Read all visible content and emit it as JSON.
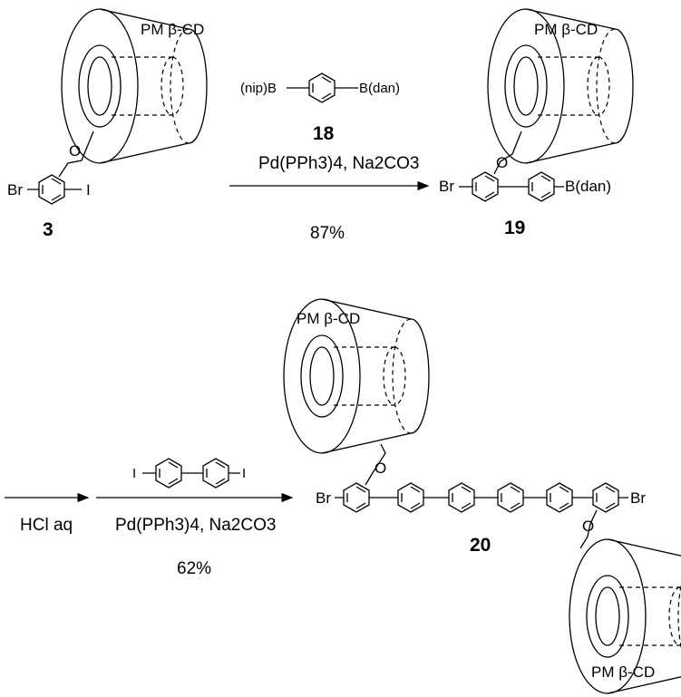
{
  "cd_label": "PM β-CD",
  "compounds": {
    "c3": {
      "number": "3",
      "br": "Br",
      "i": "I",
      "o": "O"
    },
    "c18": {
      "number": "18",
      "left": "(nip)B",
      "right": "B(dan)"
    },
    "c19": {
      "number": "19",
      "br": "Br",
      "o": "O",
      "b": "B(dan)"
    },
    "c20": {
      "number": "20",
      "br_left": "Br",
      "br_right": "Br",
      "o_top": "O",
      "o_bottom": "O"
    },
    "diiodo": {
      "i_left": "I",
      "i_right": "I"
    }
  },
  "step1": {
    "conditions": "Pd(PPh3)4, Na2CO3",
    "yield": "87%"
  },
  "step2": {
    "conditions": "HCl aq"
  },
  "step3": {
    "conditions": "Pd(PPh3)4, Na2CO3",
    "yield": "62%"
  }
}
